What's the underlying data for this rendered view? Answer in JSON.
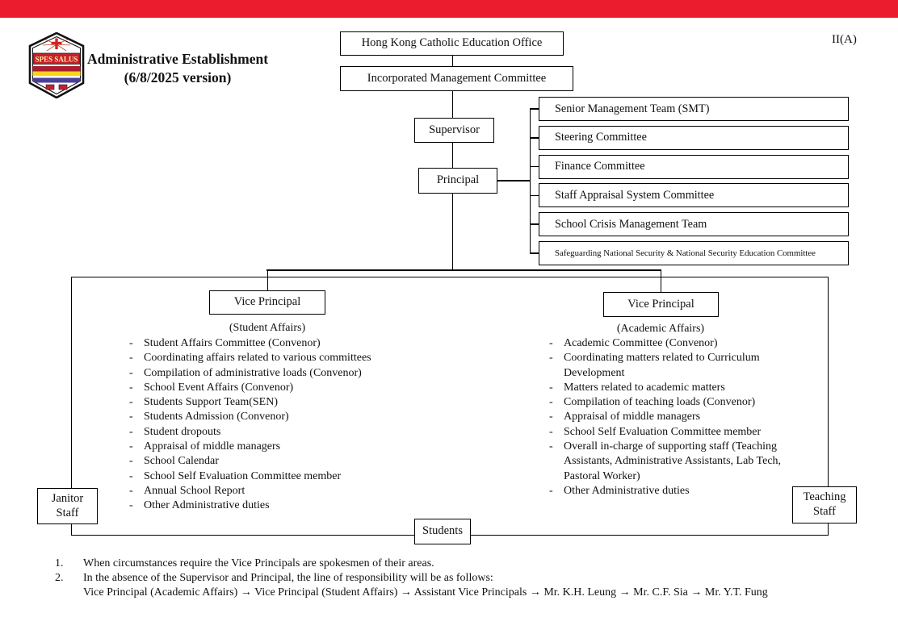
{
  "page": {
    "ref": "II(A)",
    "title_line1": "Administrative Establishment",
    "title_line2": "(6/8/2025 version)",
    "accent_red": "#EB1C2D",
    "logo": {
      "motto": "SPES SALUS"
    }
  },
  "ui": {
    "dash": "-"
  },
  "boxes": {
    "education_office": "Hong Kong Catholic Education Office",
    "imc": "Incorporated Management Committee",
    "supervisor": "Supervisor",
    "principal": "Principal",
    "vp_student": "Vice Principal",
    "vp_academic": "Vice Principal",
    "janitor_line1": "Janitor",
    "janitor_line2": "Staff",
    "teaching_line1": "Teaching",
    "teaching_line2": "Staff",
    "students": "Students"
  },
  "committees": [
    "Senior Management Team (SMT)",
    "Steering Committee",
    "Finance Committee",
    "Staff Appraisal System Committee",
    "School Crisis Management Team",
    "Safeguarding National Security & National Security Education Committee"
  ],
  "vp_student_section": {
    "subtitle": "(Student Affairs)",
    "duties": [
      "Student Affairs Committee (Convenor)",
      "Coordinating affairs related to various committees",
      "Compilation of administrative loads (Convenor)",
      "School Event Affairs (Convenor)",
      "Students Support Team(SEN)",
      "Students Admission (Convenor)",
      "Student dropouts",
      "Appraisal of middle managers",
      "School Calendar",
      "School Self Evaluation Committee member",
      "Annual School Report",
      "Other Administrative duties"
    ]
  },
  "vp_academic_section": {
    "subtitle": "(Academic Affairs)",
    "duties": [
      "Academic Committee (Convenor)",
      "Coordinating matters related to Curriculum Development",
      "Matters related to academic matters",
      "Compilation of teaching loads (Convenor)",
      "Appraisal of middle managers",
      "School Self Evaluation Committee member",
      "Overall in-charge of supporting staff (Teaching Assistants, Administrative Assistants, Lab Tech, Pastoral Worker)",
      "Other Administrative duties"
    ]
  },
  "notes": [
    {
      "num": "1.",
      "lines": [
        "When circumstances require the Vice Principals are spokesmen of their areas."
      ]
    },
    {
      "num": "2.",
      "lines": [
        "In the absence of the Supervisor and Principal, the line of responsibility will be as follows:",
        "Vice Principal (Academic Affairs) → Vice Principal (Student Affairs) → Assistant Vice Principals → Mr. K.H. Leung → Mr. C.F. Sia → Mr. Y.T. Fung"
      ]
    }
  ]
}
